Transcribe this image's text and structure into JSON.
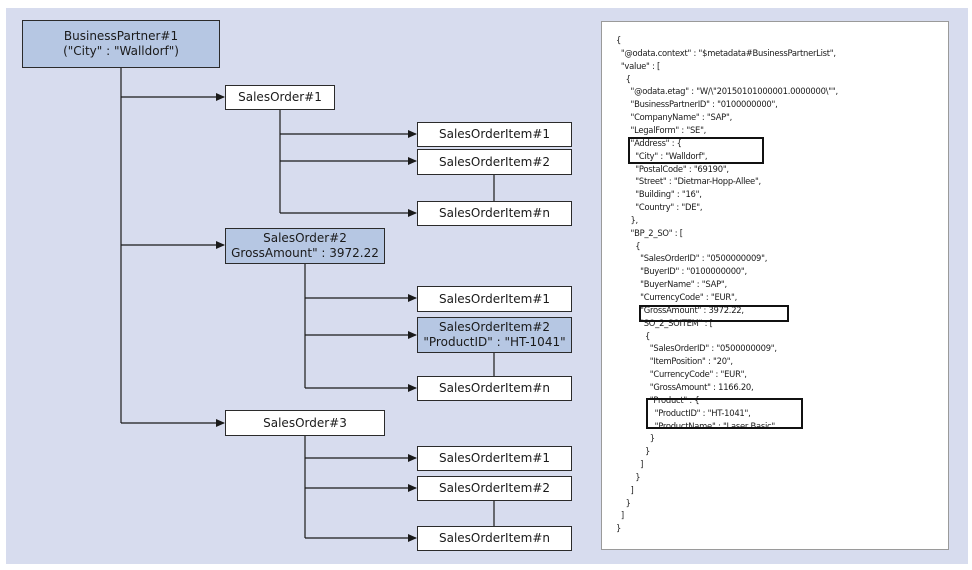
{
  "tree": {
    "business_partner": {
      "line1": "BusinessPartner#1",
      "line2": "(\"City\" : \"Walldorf\")"
    },
    "sales_order_1": "SalesOrder#1",
    "sales_order_2": {
      "line1": "SalesOrder#2",
      "line2": "GrossAmount\" : 3972.22"
    },
    "sales_order_3": "SalesOrder#3",
    "so1_items": [
      "SalesOrderItem#1",
      "SalesOrderItem#2",
      "SalesOrderItem#n"
    ],
    "so2_items": {
      "item1": "SalesOrderItem#1",
      "item2": {
        "line1": "SalesOrderItem#2",
        "line2": "\"ProductID\" : \"HT-1041\""
      },
      "itemn": "SalesOrderItem#n"
    },
    "so3_items": [
      "SalesOrderItem#1",
      "SalesOrderItem#2",
      "SalesOrderItem#n"
    ]
  },
  "json_lines": [
    "{",
    "  \"@odata.context\" : \"$metadata#BusinessPartnerList\",",
    "  \"value\" : [",
    "    {",
    "      \"@odata.etag\" : \"W/\\\"20150101000001.0000000\\\"\",",
    "      \"BusinessPartnerID\" : \"0100000000\",",
    "      \"CompanyName\" : \"SAP\",",
    "      \"LegalForm\" : \"SE\",",
    "      \"Address\" : {",
    "        \"City\" : \"Walldorf\",",
    "        \"PostalCode\" : \"69190\",",
    "        \"Street\" : \"Dietmar-Hopp-Allee\",",
    "        \"Building\" : \"16\",",
    "        \"Country\" : \"DE\",",
    "      },",
    "      \"BP_2_SO\" : [",
    "        {",
    "          \"SalesOrderID\" : \"0500000009\",",
    "          \"BuyerID\" : \"0100000000\",",
    "          \"BuyerName\" : \"SAP\",",
    "          \"CurrencyCode\" : \"EUR\",",
    "          \"GrossAmount\" : 3972.22,",
    "          \"SO_2_SOITEM\" : [",
    "            {",
    "              \"SalesOrderID\" : \"0500000009\",",
    "              \"ItemPosition\" : \"20\",",
    "              \"CurrencyCode\" : \"EUR\",",
    "              \"GrossAmount\" : 1166.20,",
    "              \"Product\" : {",
    "                \"ProductID\" : \"HT-1041\",",
    "                \"ProductName\" : \"Laser Basic\"",
    "              }",
    "            }",
    "          ]",
    "        }",
    "      ]",
    "    }",
    "  ]",
    "}"
  ]
}
